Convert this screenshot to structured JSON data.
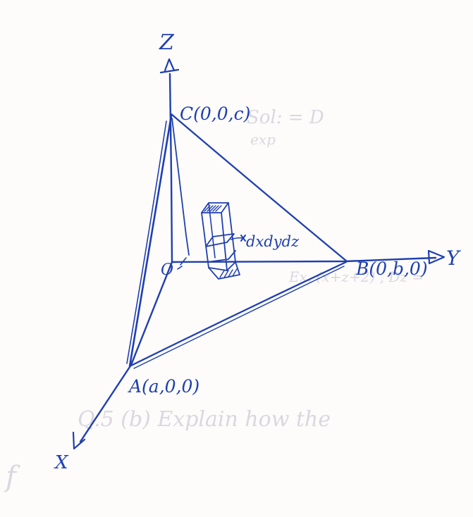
{
  "labels": {
    "axis_z": "Z",
    "axis_y": "Y",
    "axis_x": "X",
    "origin": "O",
    "point_a": "A(a,0,0)",
    "point_b": "B(0,b,0)",
    "point_c": "C(0,0,c)",
    "element_volume": "dxdydz"
  },
  "bleed_through": {
    "line1": "Sol:  = D",
    "line2": "exp",
    "line3": "Ex.  (x+z+2)  ,  Dz =",
    "line4": "Q.5  (b)  Explain how the",
    "line5": "f"
  },
  "colors": {
    "ink": "#1f3fb0",
    "paper": "#fdfcfa"
  }
}
